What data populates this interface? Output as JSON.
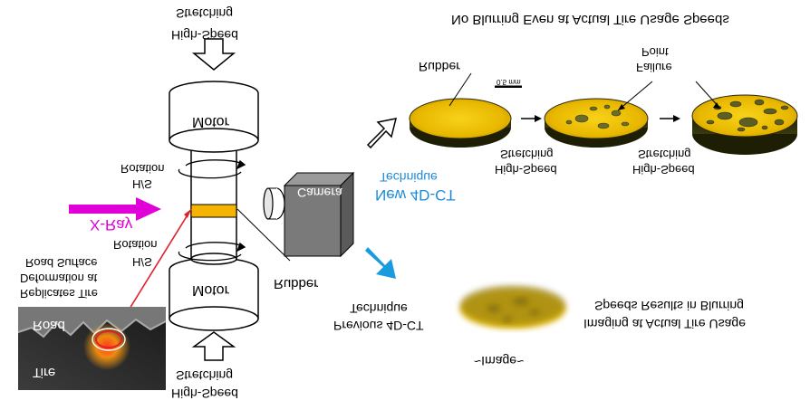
{
  "labels": {
    "high_speed_top": "High-Speed",
    "stretching_top": "Stretching",
    "motor_top": "Motor",
    "hs_rotation_top_1": "H/S",
    "hs_rotation_top_2": "Rotation",
    "xray": "X-Ray",
    "hs_rotation_bottom_1": "H/S",
    "hs_rotation_bottom_2": "Rotation",
    "motor_bottom": "Motor",
    "high_speed_bottom": "High-Speed",
    "stretching_bottom": "Stretching",
    "replicates_1": "Replicates Tire",
    "replicates_2": "Deformation at",
    "replicates_3": "Road Surface",
    "road": "Road",
    "tire": "Tire",
    "rubber_pointer": "Rubber",
    "camera": "Camera",
    "new_technique_1": "New 4D-CT",
    "new_technique_2": "Technique",
    "previous_technique_1": "Previous 4D-CT",
    "previous_technique_2": "Technique",
    "image_caption": "~Image~",
    "blurring_1": "Imaging at Actual Tire Usage",
    "blurring_2": "Speeds Results in Blurring",
    "no_blurring_title": "No Blurring Even at Actual Tire Usage Speeds",
    "rubber_disc": "Rubber",
    "scale_bar": "0.5 mm",
    "hs_stretch_1a": "High-Speed",
    "hs_stretch_1b": "Stretching",
    "hs_stretch_2a": "High-Speed",
    "hs_stretch_2b": "Stretching",
    "failure_1": "Failure",
    "failure_2": "Point"
  },
  "colors": {
    "magenta_arrow": "#e000d8",
    "new_technique_arrow": "#1a9be0",
    "new_technique_text": "#1a8ad8",
    "rubber_band": "#f5b400",
    "rubber_disc": "#f2c200",
    "pointer_red": "#e0202a"
  },
  "icons": {
    "camera": "camera-icon",
    "up_arrow": "outline-arrow-up-icon",
    "down_arrow": "outline-arrow-down-icon"
  }
}
